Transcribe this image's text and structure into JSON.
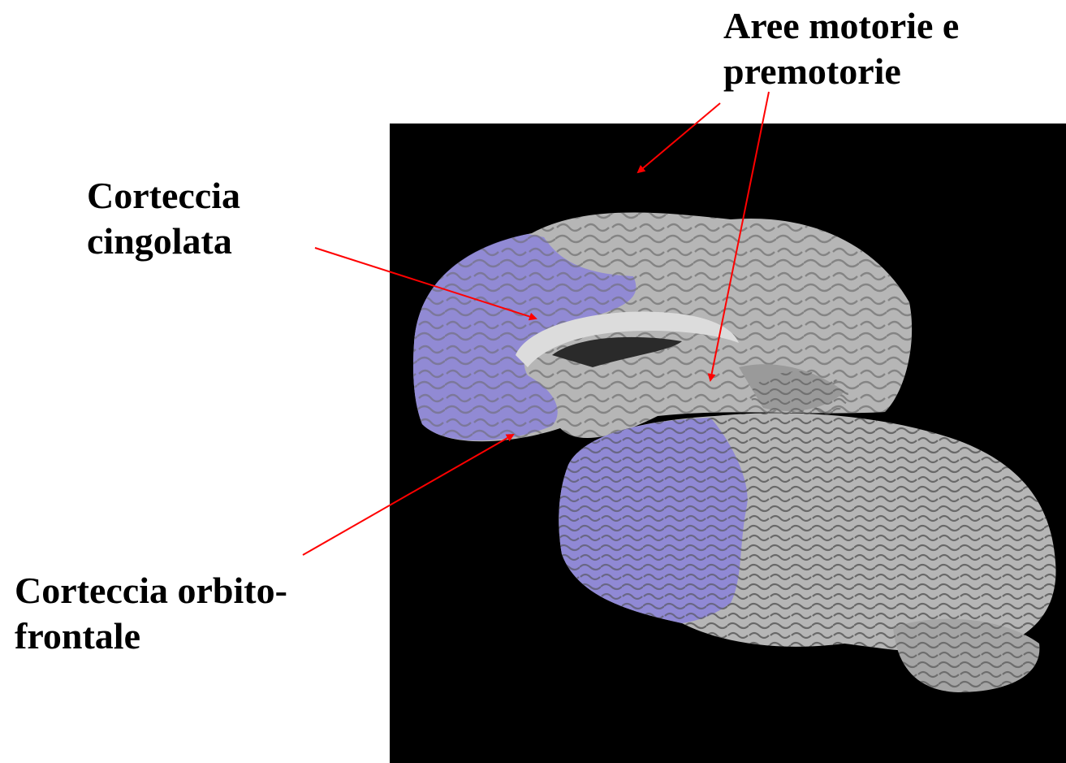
{
  "labels": {
    "aree_motorie": {
      "line1": "Aree motorie e",
      "line2": "premotorie"
    },
    "cingolata": {
      "line1": "Corteccia",
      "line2": "cingolata"
    },
    "orbitofrontale": {
      "line1": "Corteccia orbito-",
      "line2": "frontale"
    }
  },
  "colors": {
    "background": "#000000",
    "cortex": "#b6b6b6",
    "highlight": "#8c84d8",
    "arrow": "#ff0000"
  }
}
